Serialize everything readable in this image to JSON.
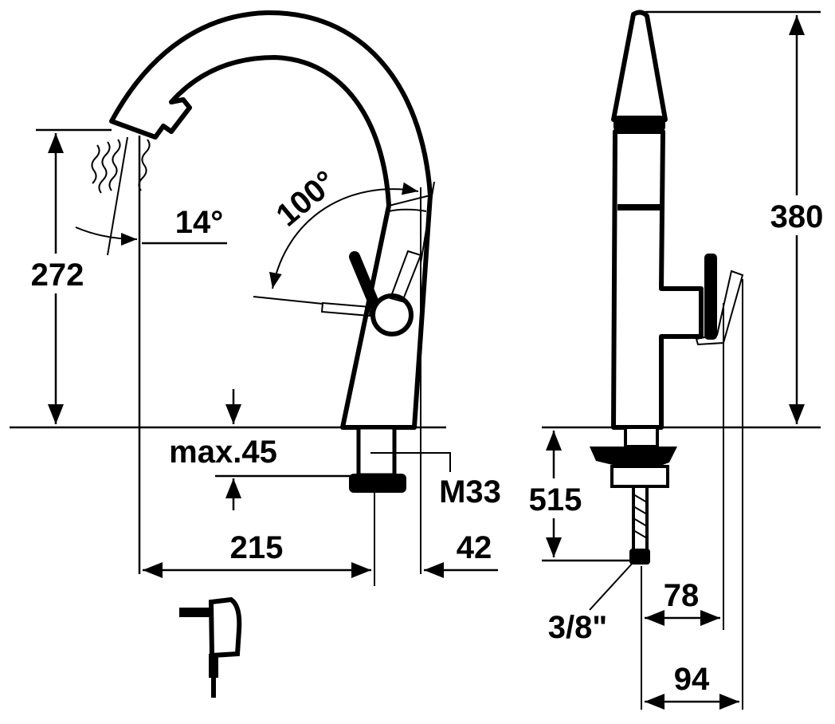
{
  "drawing": {
    "title": "Kitchen faucet dimension drawing",
    "dimensions": {
      "spout_height": "272",
      "spray_angle": "14°",
      "swivel_angle": "100°",
      "max_counter_thickness": "max.45",
      "thread": "M33",
      "spout_reach": "215",
      "base_offset": "42",
      "total_height": "380",
      "hose_length": "515",
      "connection": "3/8\"",
      "lever_depth": "78",
      "total_depth": "94"
    }
  }
}
